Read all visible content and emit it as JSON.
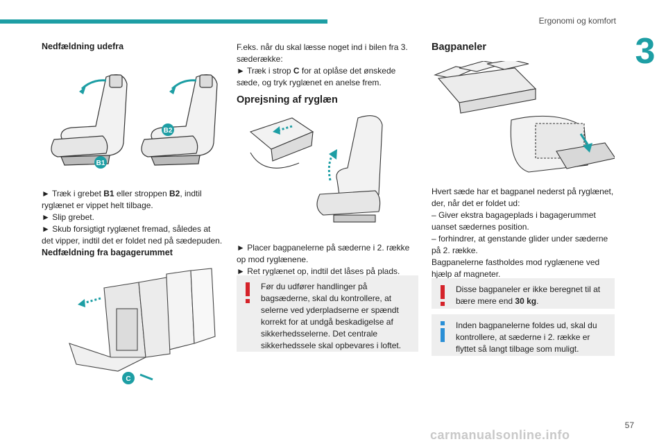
{
  "header": {
    "title": "Ergonomi og komfort",
    "chapter_number": "3"
  },
  "footer": {
    "page_number": "57",
    "watermark": "carmanualsonline.info"
  },
  "col1": {
    "heading1": "Nedfældning udefra",
    "figure1_labels": {
      "b1": "B1",
      "b2": "B2"
    },
    "steps1": [
      {
        "prefix": "► Træk i grebet ",
        "bold1": "B1",
        "mid": " eller stroppen ",
        "bold2": "B2",
        "suffix": ", indtil ryglænet er vippet helt tilbage."
      },
      {
        "text": "► Slip grebet."
      },
      {
        "text": "► Skub forsigtigt ryglænet fremad, således at det vipper, indtil det er foldet ned på sædepuden."
      }
    ],
    "heading2": "Nedfældning fra bagagerummet",
    "figure2_label": "C"
  },
  "col2": {
    "intro": "F.eks. når du skal læsse noget ind i bilen fra 3. sæderække:",
    "intro_step": {
      "prefix": "► Træk i strop ",
      "bold": "C",
      "suffix": " for at oplåse det ønskede sæde, og tryk ryglænet en anelse frem."
    },
    "heading": "Oprejsning af ryglæn",
    "steps": [
      "► Placer bagpanelerne på sæderne i 2. række op mod ryglænene.",
      "► Ret ryglænet op, indtil det låses på plads."
    ],
    "warning": "Før du udfører handlinger på bagsæderne, skal du kontrollere, at selerne ved yderpladserne er spændt korrekt for at undgå beskadigelse af sikkerhedsselerne. Det centrale sikkerhedssele skal opbevares i loftet."
  },
  "col3": {
    "heading": "Bagpaneler",
    "body": [
      "Hvert sæde har et bagpanel nederst på ryglænet, der, når det er foldet ud:",
      "– Giver ekstra bagageplads i bagagerummet uanset sædernes position.",
      "– forhindrer, at genstande glider under sæderne på 2. række.",
      "Bagpanelerne fastholdes mod ryglænene ved hjælp af magneter."
    ],
    "warning": {
      "prefix": "Disse bagpaneler er ikke beregnet til at bære mere end ",
      "bold": "30 kg",
      "suffix": "."
    },
    "info": "Inden bagpanelerne foldes ud, skal du kontrollere, at sæderne i 2. række er flyttet så langt tilbage som muligt."
  },
  "colors": {
    "accent": "#1d9ea4",
    "warning": "#d5232a",
    "info": "#2a8fd6",
    "box_bg": "#eeeeee"
  }
}
